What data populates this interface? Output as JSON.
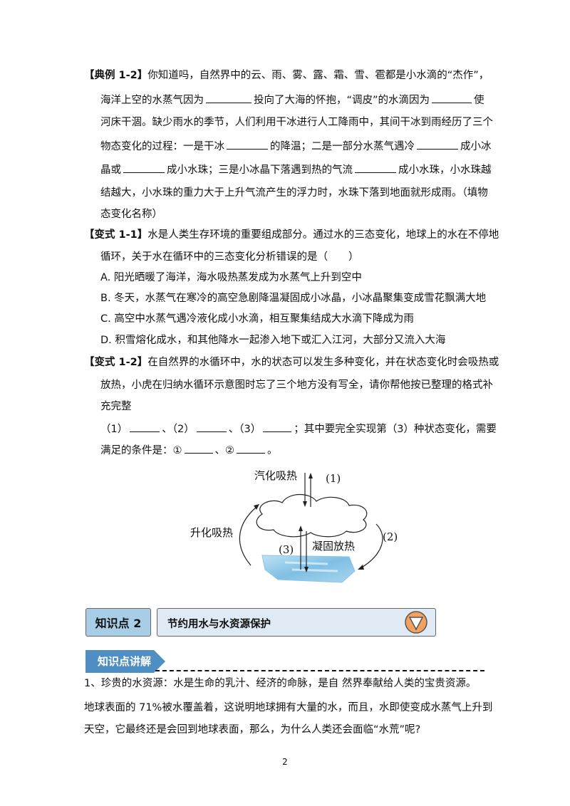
{
  "example_1_2": {
    "tag": "【典例 1-2】",
    "l1": "你知道吗，自然界中的云、雨、雾、露、霜、雪、雹都是小水滴的“杰作”，",
    "l2a": "海洋上空的水蒸气因为",
    "l2b": "投向了大海的怀抱，“调皮”的水滴因为",
    "l2c": "使",
    "l3": "河床干涸。缺少雨水的季节，人们利用干冰进行人工降雨中，其间干冰到雨经历了三个",
    "l4a": "物态变化的过程：一是干冰",
    "l4b": "的降温；二是一部分水蒸气遇冷",
    "l4c": "成小冰",
    "l5a": "晶或",
    "l5b": "成小水珠；三是小冰晶下落遇到热的气流",
    "l5c": "成小水珠，小水珠越",
    "l6": "结越大，小水珠的重力大于上升气流产生的浮力时，水珠下落到地面就形成雨。（填物",
    "l7": "态变化名称）"
  },
  "variant_1_1": {
    "tag": "【变式 1-1】",
    "l1": "水是人类生存环境的重要组成部分。通过水的三态变化，地球上的水在不停地",
    "l2": "循环，关于水在循环中的三态变化分析错误的是（　　）",
    "options": [
      "A.  阳光晒暖了海洋，海水吸热蒸发成为水蒸气上升到空中",
      "B.  冬天，水蒸气在寒冷的高空急剧降温凝固成小冰晶，小冰晶聚集变成雪花飘满大地",
      "C.  高空中水蒸气遇冷液化成小水滴，相互聚集结成大水滴下降成为雨",
      "D.  积雪熔化成水，和其他降水一起渗入地下或汇入江河，大部分又流入大海"
    ]
  },
  "variant_1_2": {
    "tag": "【变式 1-2】",
    "l1": "在自然界的水循环中，水的状态可以发生多种变化，并在状态变化时会吸热或",
    "l2": "放热，小虎在归纳水循环示意图时忘了三个地方没有写全，请你帮他按已整理的格式补",
    "l3": "充完整",
    "l4a": "（1）",
    "l4b": "、（2）",
    "l4c": "、（3）",
    "l4d": "；其中要完全实现第（3）种状态变化，需要",
    "l5a": "满足的条件是：①",
    "l5b": "、②",
    "l5c": "。"
  },
  "diagram": {
    "top_label": "汽化吸热",
    "label_1": "(1)",
    "left_label": "升化吸热",
    "label_2": "(2)",
    "label_3": "(3)",
    "center_label": "凝固放热"
  },
  "knowledge_point": {
    "badge": "知识点 2",
    "title": "节约用水与水资源保护"
  },
  "explanation_tag": "知识点讲解",
  "body": {
    "l1": "1、珍贵的水资源：水是生命的乳汁、经济的命脉，是自 然界奉献给人类的宝贵资源。",
    "l2": "地球表面的 71%被水覆盖着，这说明地球拥有大量的水，而且，水即使变成水蒸气上升到",
    "l3": "天空，它最终还是会回到地球表面，那么，为什么人类还会面临“水荒”呢?"
  },
  "page_number": "2",
  "colors": {
    "badge_bg": "#a8cde6",
    "title_bg": "#dfeaf4",
    "tag_bg": "#4f8fc4",
    "triangle_circle": "#f4a15f"
  }
}
